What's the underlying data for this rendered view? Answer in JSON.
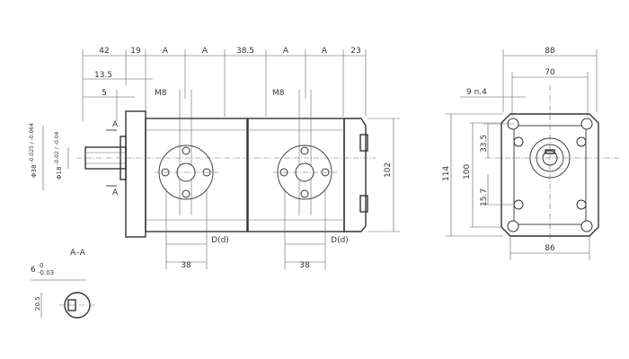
{
  "section_label": "A–A",
  "section_marker": "A",
  "top_dims": [
    "42",
    "19",
    "A",
    "A",
    "38.5",
    "A",
    "A",
    "23"
  ],
  "dim_13_5": "13.5",
  "dim_5": "5",
  "port_thread_1": "M8",
  "port_thread_2": "M8",
  "port_d_1": "D(d)",
  "port_d_2": "D(d)",
  "port_38_1": "38",
  "port_38_2": "38",
  "height_102": "102",
  "shaft_dia_main": "Φ38",
  "shaft_dia_tol": "-0.025 / -0.064",
  "pilot_dia_main": "Φ18",
  "pilot_dia_tol": "-0.02 / -0.04",
  "key_width_main": "6",
  "key_width_tol_top": "0",
  "key_width_tol_bot": "-0.03",
  "key_height": "20.5",
  "flange_width_88": "88",
  "flange_width_70": "70",
  "holes_note": "9 n.4",
  "flange_33_5": "33.5",
  "flange_100": "100",
  "flange_114": "114",
  "flange_15_7": "15.7",
  "flange_86": "86"
}
